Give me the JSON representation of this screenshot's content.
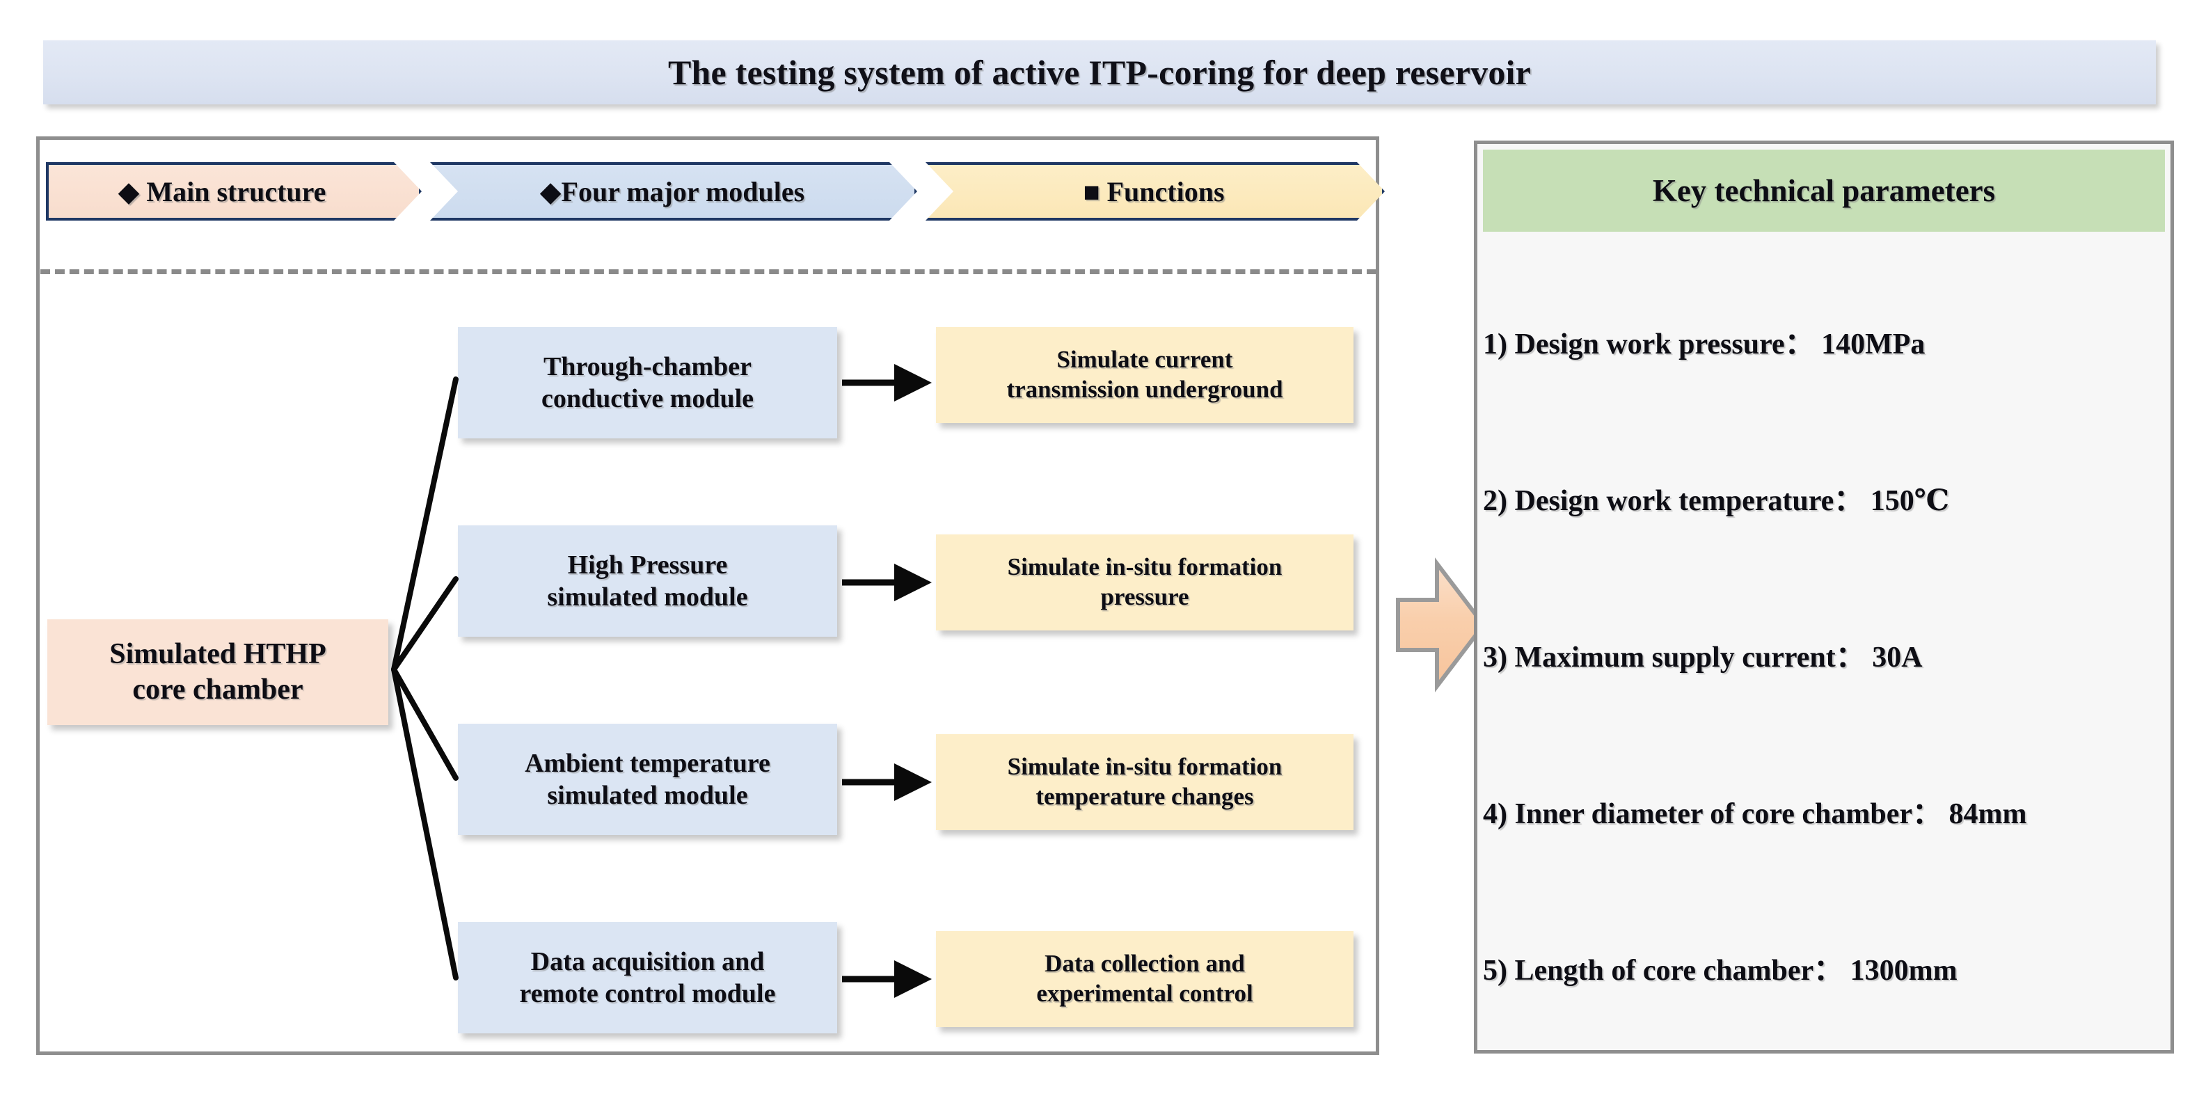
{
  "title": {
    "text": "The testing system of active ITP-coring for deep reservoir"
  },
  "chevrons": [
    {
      "label": "◆ Main structure",
      "color": "#fae3d5"
    },
    {
      "label": "◆Four major modules",
      "color": "#d6e2f2"
    },
    {
      "label": "■ Functions",
      "color": "#fdeec7"
    }
  ],
  "flow": {
    "source": {
      "label": "Simulated HTHP\ncore chamber",
      "color": "#fae3d5"
    },
    "modules": [
      {
        "label": "Through-chamber\nconductive module"
      },
      {
        "label": "High Pressure\nsimulated module"
      },
      {
        "label": "Ambient temperature\nsimulated module"
      },
      {
        "label": "Data acquisition and\nremote control module"
      }
    ],
    "functions": [
      {
        "label": "Simulate current\ntransmission underground"
      },
      {
        "label": "Simulate in-situ formation\npressure"
      },
      {
        "label": "Simulate in-situ formation\ntemperature changes"
      },
      {
        "label": "Data collection and\nexperimental control"
      }
    ],
    "module_color": "#dbe5f3",
    "function_color": "#fdeec9"
  },
  "transition_arrow": {
    "name": "big-right-arrow",
    "color": "#f9cfac"
  },
  "right_panel": {
    "header": "Key technical parameters",
    "header_color": "#c6dfb6",
    "parameters": [
      "1) Design work pressure： 140MPa",
      "2) Design work temperature： 150℃",
      "3) Maximum supply current： 30A",
      "4) Inner diameter of core chamber： 84mm",
      "5) Length of core chamber： 1300mm"
    ]
  }
}
